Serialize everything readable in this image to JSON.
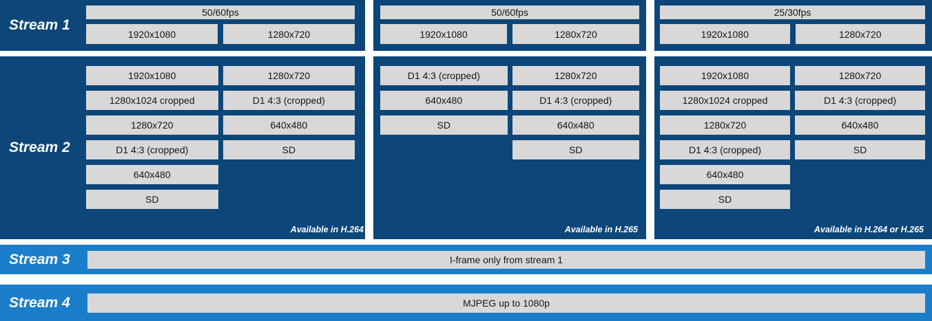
{
  "colors": {
    "dark_blue": "#0d4679",
    "light_blue": "#1b7eca",
    "box_gray": "#d8d8d8",
    "box_text": "#161616",
    "label_text": "#ffffff"
  },
  "stream1": {
    "label": "Stream 1",
    "panels": [
      {
        "fps": "50/60fps",
        "resolutions": [
          "1920x1080",
          "1280x720"
        ]
      },
      {
        "fps": "50/60fps",
        "resolutions": [
          "1920x1080",
          "1280x720"
        ]
      },
      {
        "fps": "25/30fps",
        "resolutions": [
          "1920x1080",
          "1280x720"
        ]
      }
    ]
  },
  "stream2": {
    "label": "Stream 2",
    "panels": [
      {
        "col_a": [
          "1920x1080",
          "1280x1024 cropped",
          "1280x720",
          "D1 4:3 (cropped)",
          "640x480",
          "SD"
        ],
        "col_b": [
          "1280x720",
          "D1 4:3 (cropped)",
          "640x480",
          "SD"
        ],
        "caption": "Available in H.264"
      },
      {
        "col_a": [
          "D1 4:3 (cropped)",
          "640x480",
          "SD"
        ],
        "col_b": [
          "1280x720",
          "D1 4:3 (cropped)",
          "640x480",
          "SD"
        ],
        "caption": "Available in H.265"
      },
      {
        "col_a": [
          "1920x1080",
          "1280x1024 cropped",
          "1280x720",
          "D1 4:3 (cropped)",
          "640x480",
          "SD"
        ],
        "col_b": [
          "1280x720",
          "D1 4:3 (cropped)",
          "640x480",
          "SD"
        ],
        "caption": "Available in H.264 or H.265"
      }
    ]
  },
  "stream3": {
    "label": "Stream 3",
    "bar": "I-frame only from stream 1"
  },
  "stream4": {
    "label": "Stream 4",
    "bar": "MJPEG up to 1080p"
  }
}
